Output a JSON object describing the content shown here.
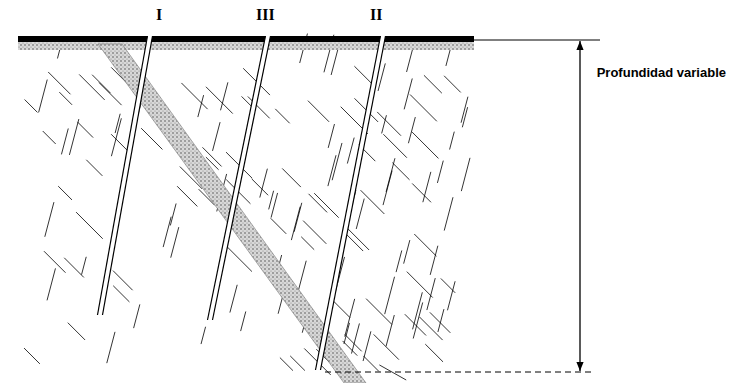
{
  "diagram": {
    "labels": [
      "I",
      "III",
      "II",
      "Profundidad variable"
    ]
  }
}
